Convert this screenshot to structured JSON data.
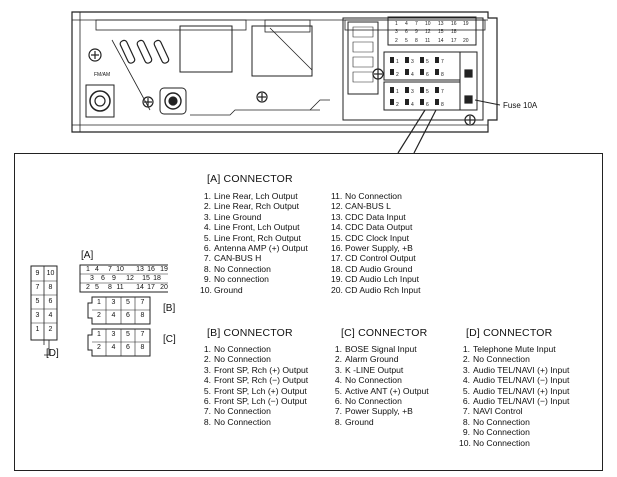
{
  "figure": {
    "fuse_label": "Fuse 10A",
    "fm_label": "FM/AM"
  },
  "connector_a": {
    "heading": "[A] CONNECTOR",
    "tag": "[A]",
    "pins": [
      {
        "num": "1.",
        "name": "Line Rear, Lch Output"
      },
      {
        "num": "2.",
        "name": "Line Rear, Rch Output"
      },
      {
        "num": "3.",
        "name": "Line Ground"
      },
      {
        "num": "4.",
        "name": "Line Front, Lch Output"
      },
      {
        "num": "5.",
        "name": "Line Front, Rch Output"
      },
      {
        "num": "6.",
        "name": "Antenna AMP (+) Output"
      },
      {
        "num": "7.",
        "name": "CAN-BUS H"
      },
      {
        "num": "8.",
        "name": "No Connection"
      },
      {
        "num": "9.",
        "name": "No connection"
      },
      {
        "num": "10.",
        "name": "Ground"
      },
      {
        "num": "11.",
        "name": "No Connection"
      },
      {
        "num": "12.",
        "name": "CAN-BUS L"
      },
      {
        "num": "13.",
        "name": "CDC Data Input"
      },
      {
        "num": "14.",
        "name": "CDC Data Output"
      },
      {
        "num": "15.",
        "name": "CDC Clock Input"
      },
      {
        "num": "16.",
        "name": "Power Supply, +B"
      },
      {
        "num": "17.",
        "name": "CD Control Output"
      },
      {
        "num": "18.",
        "name": "CD Audio Ground"
      },
      {
        "num": "19.",
        "name": "CD Audio Lch Input"
      },
      {
        "num": "20.",
        "name": "CD Audio Rch Input"
      }
    ],
    "cells_top": [
      "1",
      "4",
      "7",
      "10",
      "13",
      "16",
      "19"
    ],
    "cells_mid": [
      "3",
      "6",
      "9",
      "12",
      "15",
      "18"
    ],
    "cells_bot": [
      "2",
      "5",
      "8",
      "11",
      "14",
      "17",
      "20"
    ]
  },
  "connector_b": {
    "heading": "[B] CONNECTOR",
    "tag": "[B]",
    "pins": [
      {
        "num": "1.",
        "name": "No Connection"
      },
      {
        "num": "2.",
        "name": "No Connection"
      },
      {
        "num": "3.",
        "name": "Front SP, Rch (+) Output"
      },
      {
        "num": "4.",
        "name": "Front SP, Rch (−) Output"
      },
      {
        "num": "5.",
        "name": "Front SP, Lch (+) Output"
      },
      {
        "num": "6.",
        "name": "Front SP, Lch (−) Output"
      },
      {
        "num": "7.",
        "name": "No Connection"
      },
      {
        "num": "8.",
        "name": "No Connection"
      }
    ],
    "cells_top": [
      "1",
      "3",
      "5",
      "7"
    ],
    "cells_bot": [
      "2",
      "4",
      "6",
      "8"
    ]
  },
  "connector_c": {
    "heading": "[C] CONNECTOR",
    "tag": "[C]",
    "pins": [
      {
        "num": "1.",
        "name": "BOSE Signal Input"
      },
      {
        "num": "2.",
        "name": "Alarm Ground"
      },
      {
        "num": "3.",
        "name": "K -LINE Output"
      },
      {
        "num": "4.",
        "name": "No Connection"
      },
      {
        "num": "5.",
        "name": "Active ANT (+) Output"
      },
      {
        "num": "6.",
        "name": "No Connection"
      },
      {
        "num": "7.",
        "name": "Power Supply, +B"
      },
      {
        "num": "8.",
        "name": "Ground"
      }
    ],
    "cells_top": [
      "1",
      "3",
      "5",
      "7"
    ],
    "cells_bot": [
      "2",
      "4",
      "6",
      "8"
    ]
  },
  "connector_d": {
    "heading": "[D] CONNECTOR",
    "tag": "[D]",
    "pins": [
      {
        "num": "1.",
        "name": "Telephone Mute Input"
      },
      {
        "num": "2.",
        "name": "No Connection"
      },
      {
        "num": "3.",
        "name": "Audio TEL/NAVI (+) Input"
      },
      {
        "num": "4.",
        "name": "Audio TEL/NAVI (−) Input"
      },
      {
        "num": "5.",
        "name": "Audio TEL/NAVI (+) Input"
      },
      {
        "num": "6.",
        "name": "Audio TEL/NAVI (−) Input"
      },
      {
        "num": "7.",
        "name": "NAVI Control"
      },
      {
        "num": "8.",
        "name": "No Connection"
      },
      {
        "num": "9.",
        "name": "No Connection"
      },
      {
        "num": "10.",
        "name": "No Connection"
      }
    ],
    "cells_left": [
      "9",
      "7",
      "5",
      "3",
      "1"
    ],
    "cells_right": [
      "10",
      "8",
      "6",
      "4",
      "2"
    ]
  }
}
